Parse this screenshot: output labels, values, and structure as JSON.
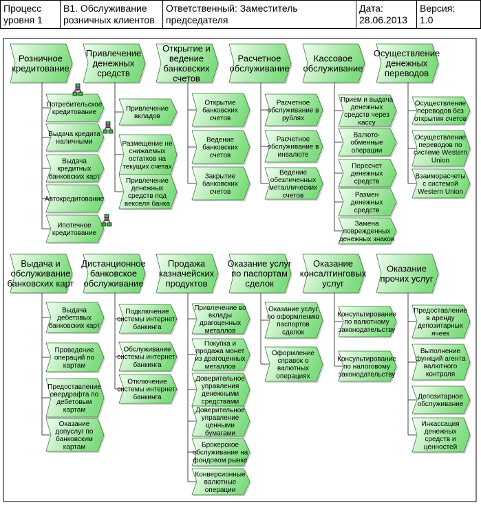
{
  "header": {
    "process_label": "Процесс\nуровня 1",
    "process_name": "В1.  Обслуживание\nрозничных клиентов",
    "responsible": "Ответственный: Заместитель председателя\nправления (розничный бизнес)",
    "date": "Дата:\n28.06.2013",
    "version": "Версия:\n1.0"
  },
  "colors": {
    "shape_fill_light": "#f0fff0",
    "shape_fill_dark": "#7edc7e",
    "shape_stroke": "#3c7a3c",
    "connector": "#444444",
    "org_icon_fill": "#e040e0",
    "org_icon_node": "#3cb83c"
  },
  "row1": [
    {
      "name": "Розничное\nкредитование",
      "children": [
        "Потребительское\nкредитование",
        "Выдача кредита\nналичными",
        "Выдача\nкредитных\nбанковских карт",
        "Автокредитование",
        "Ипотечное\nкредитование"
      ]
    },
    {
      "name": "Привлечение\nденежных\nсредств",
      "children": [
        "Привлечение\nвкладов",
        "Размещение не\nснижаемых\nостатков на\nтекущих счетах",
        "Привлечение\nденежных\nсредств под\nвекселя банка"
      ]
    },
    {
      "name": "Открытие и\nведение\nбанковских\nсчетов",
      "children": [
        "Открытие\nбанковских\nсчетов",
        "Ведение\nбанковских\nсчетов",
        "Закрытие\nбанковских\nсчетов"
      ]
    },
    {
      "name": "Расчетное\nобслуживание",
      "children": [
        "Расчетное\nобслуживание в\nрублях",
        "Расчетное\nобслуживание в\nинвалюте",
        "Ведение\nобезличенных\nметаллических\nсчетов"
      ]
    },
    {
      "name": "Кассовое\nобслуживание",
      "children": [
        "Прием и выдача\nденежных\nсредств через\nкассу",
        "Валюто-\nобменные\nоперации",
        "Пересчет\nденежных\nсредств",
        "Размен\nденежных\nсредств",
        "Замена\nповрежденных\nденежных знаков"
      ]
    },
    {
      "name": "Осуществление\nденежных\nпереводов",
      "children": [
        "Осуществление\nпереводов без\nоткрытия счетов",
        "Осуществление\nпереводов по\nсистеме Western\nUnion",
        "Взаиморасчеты\nс системой\nWestern Union"
      ]
    }
  ],
  "row2": [
    {
      "name": "Выдача и\nобслуживание\nбанковских карт",
      "children": [
        "Выдача\nдебетовых\nбанковских карт",
        "Проведение\nопераций по\nкартам",
        "Предоставление\nовердрафта по\nдебетовым\nкартам",
        "Оказание\nдопуслуг по\nбанковским\nкартам"
      ]
    },
    {
      "name": "Дистанционное\nбанковское\nобслуживание",
      "children": [
        "Подключение\nсистемы интернет-\nбанкинга",
        "Обслуживание\nсистемы интернет-\nбанкинга",
        "Отключение\nсистемы интернет-\nбанкинга"
      ]
    },
    {
      "name": "Продажа\nказначейских\nпродуктов",
      "children": [
        "Привлечение во\nвклады\nдрагоценных\nметаллов",
        "Покупка и\nпродажа монет\nиз драгоценных\nметаллов",
        "Доверительное\nуправления\nденежными\nсредствами",
        "Доверительное\nуправление\nценными\nбумагами",
        "Брокерское\nобслуживание на\nфондовом рынке",
        "Конверсионные\nвалютные\nоперации"
      ]
    },
    {
      "name": "Оказание услуг\nпо паспортам\nсделок",
      "children": [
        "Оказание услуг\nпо оформлению\nпаспортов\nсделок",
        "Оформление\nсправок о\nвалютных\nоперациях"
      ]
    },
    {
      "name": "Оказание\nконсалтинговых\nуслуг",
      "children": [
        "Консультирование\nпо валютному\nзаконодательству",
        "Консультирование\nпо налоговому\nзаконодательству"
      ]
    },
    {
      "name": "Оказание\nпрочих услуг",
      "children": [
        "Предоставление\nв аренду\nдепозитарных\nячеек",
        "Выполнение\nфункций агента\nвалютного\nконтроля",
        "Депозитарное\nобслуживание",
        "Инкассация\nденежных\nсредств и\nценностей"
      ]
    }
  ]
}
